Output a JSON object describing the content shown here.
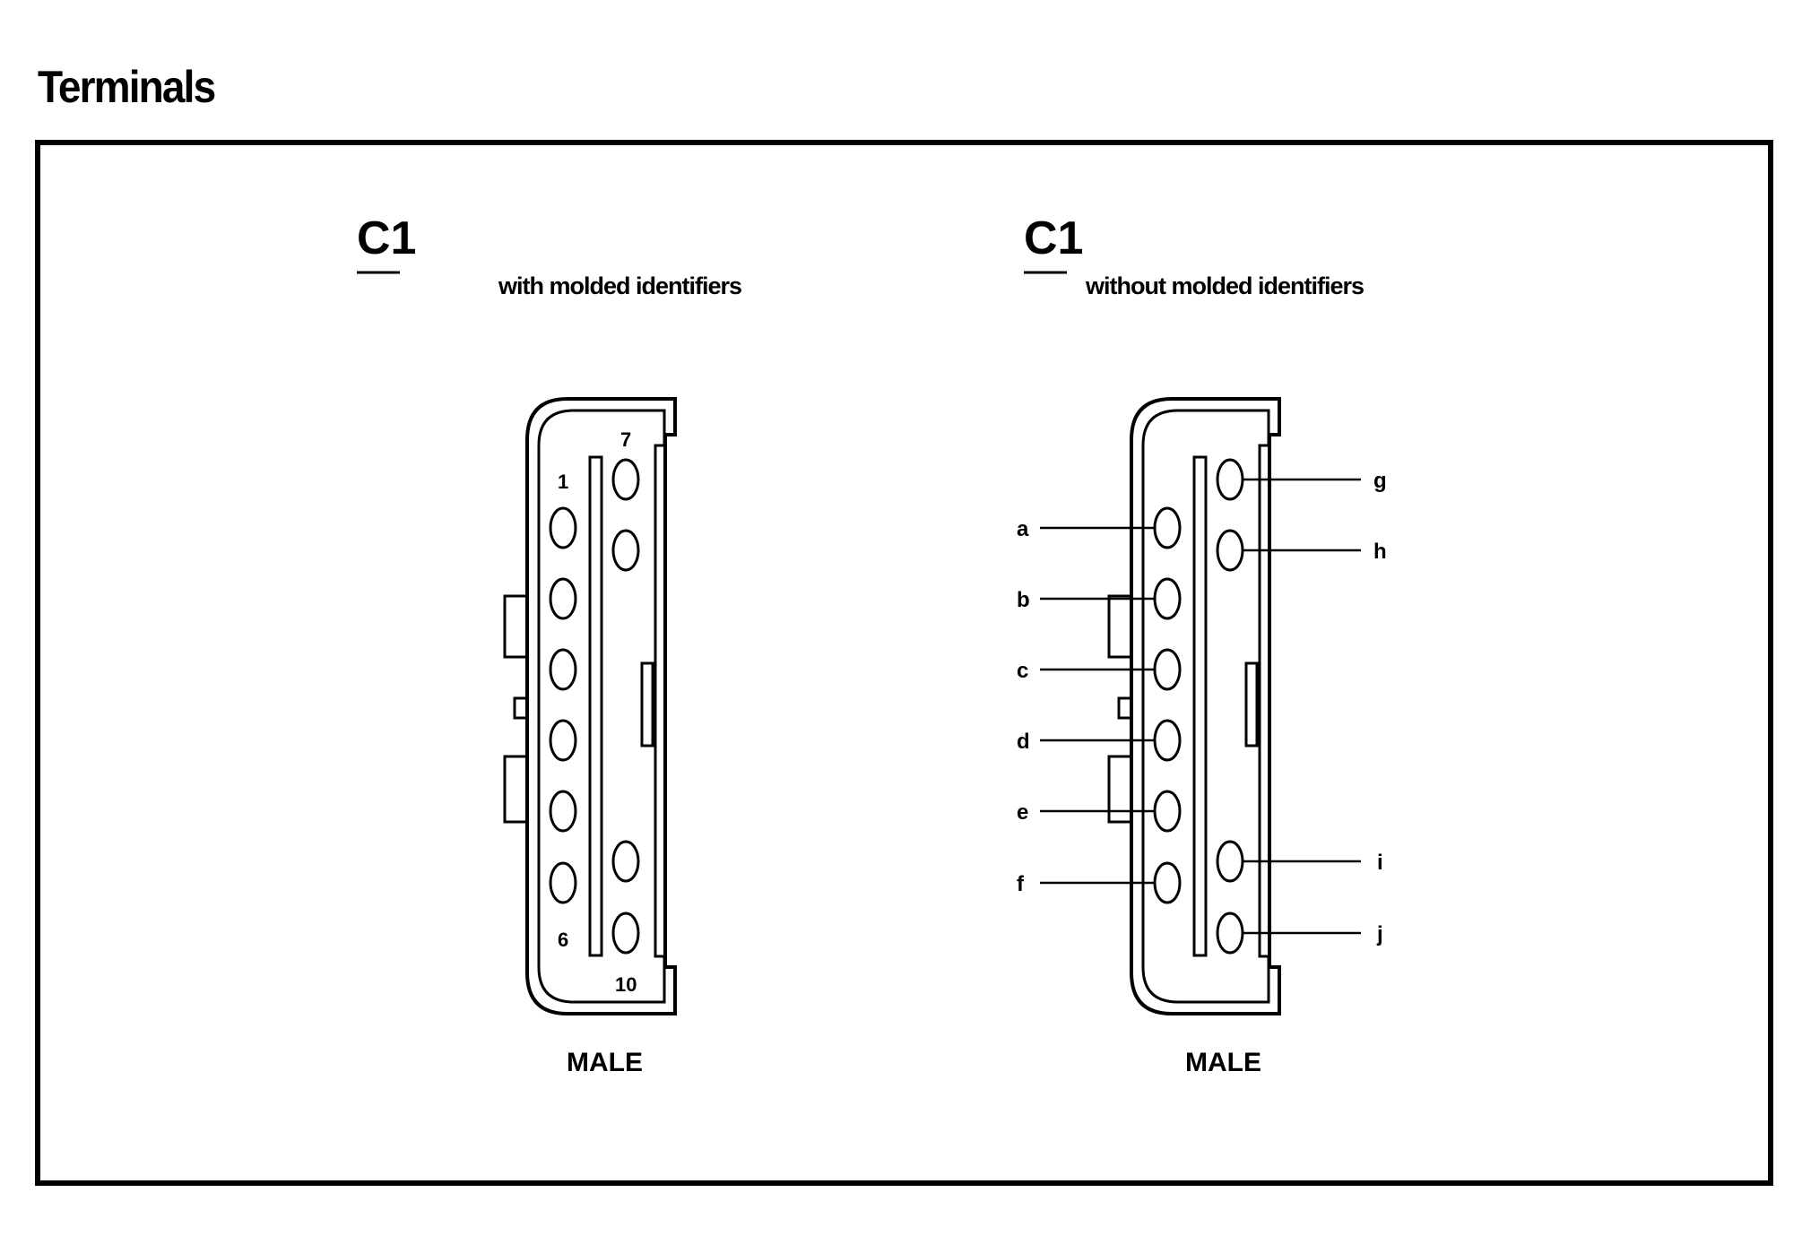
{
  "page": {
    "title": "Terminals"
  },
  "connectors": [
    {
      "id": "C1",
      "subtitle": "with molded identifiers",
      "gender": "MALE",
      "pin_labels": {
        "first": "1",
        "last_left": "6",
        "first_right": "7",
        "last_right": "10"
      }
    },
    {
      "id": "C1",
      "subtitle": "without molded identifiers",
      "gender": "MALE",
      "cavity_letters": [
        "a",
        "b",
        "c",
        "d",
        "e",
        "f",
        "g",
        "h",
        "i",
        "j"
      ]
    }
  ]
}
